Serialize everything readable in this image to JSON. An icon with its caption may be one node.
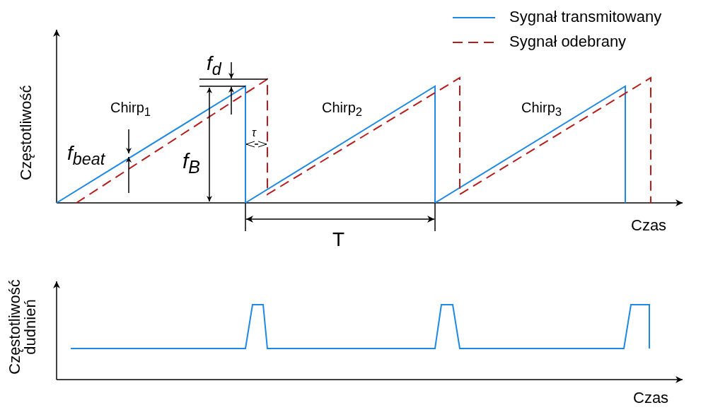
{
  "diagram": {
    "labels": [
      "Częstotliwość",
      "f$_{d}$",
      "Chirp$_{1}$",
      "Chirp$_{2}$",
      "Chirp$_{3}$",
      "τ",
      "f$_{beat}$",
      "f$_{B}$",
      "Czas",
      "T",
      "Częstotliwość dudnień",
      "Czas"
    ],
    "legend": [
      {
        "text": "Sygnał transmitowany"
      },
      {
        "text": "Sygnał odebrany"
      }
    ]
  }
}
